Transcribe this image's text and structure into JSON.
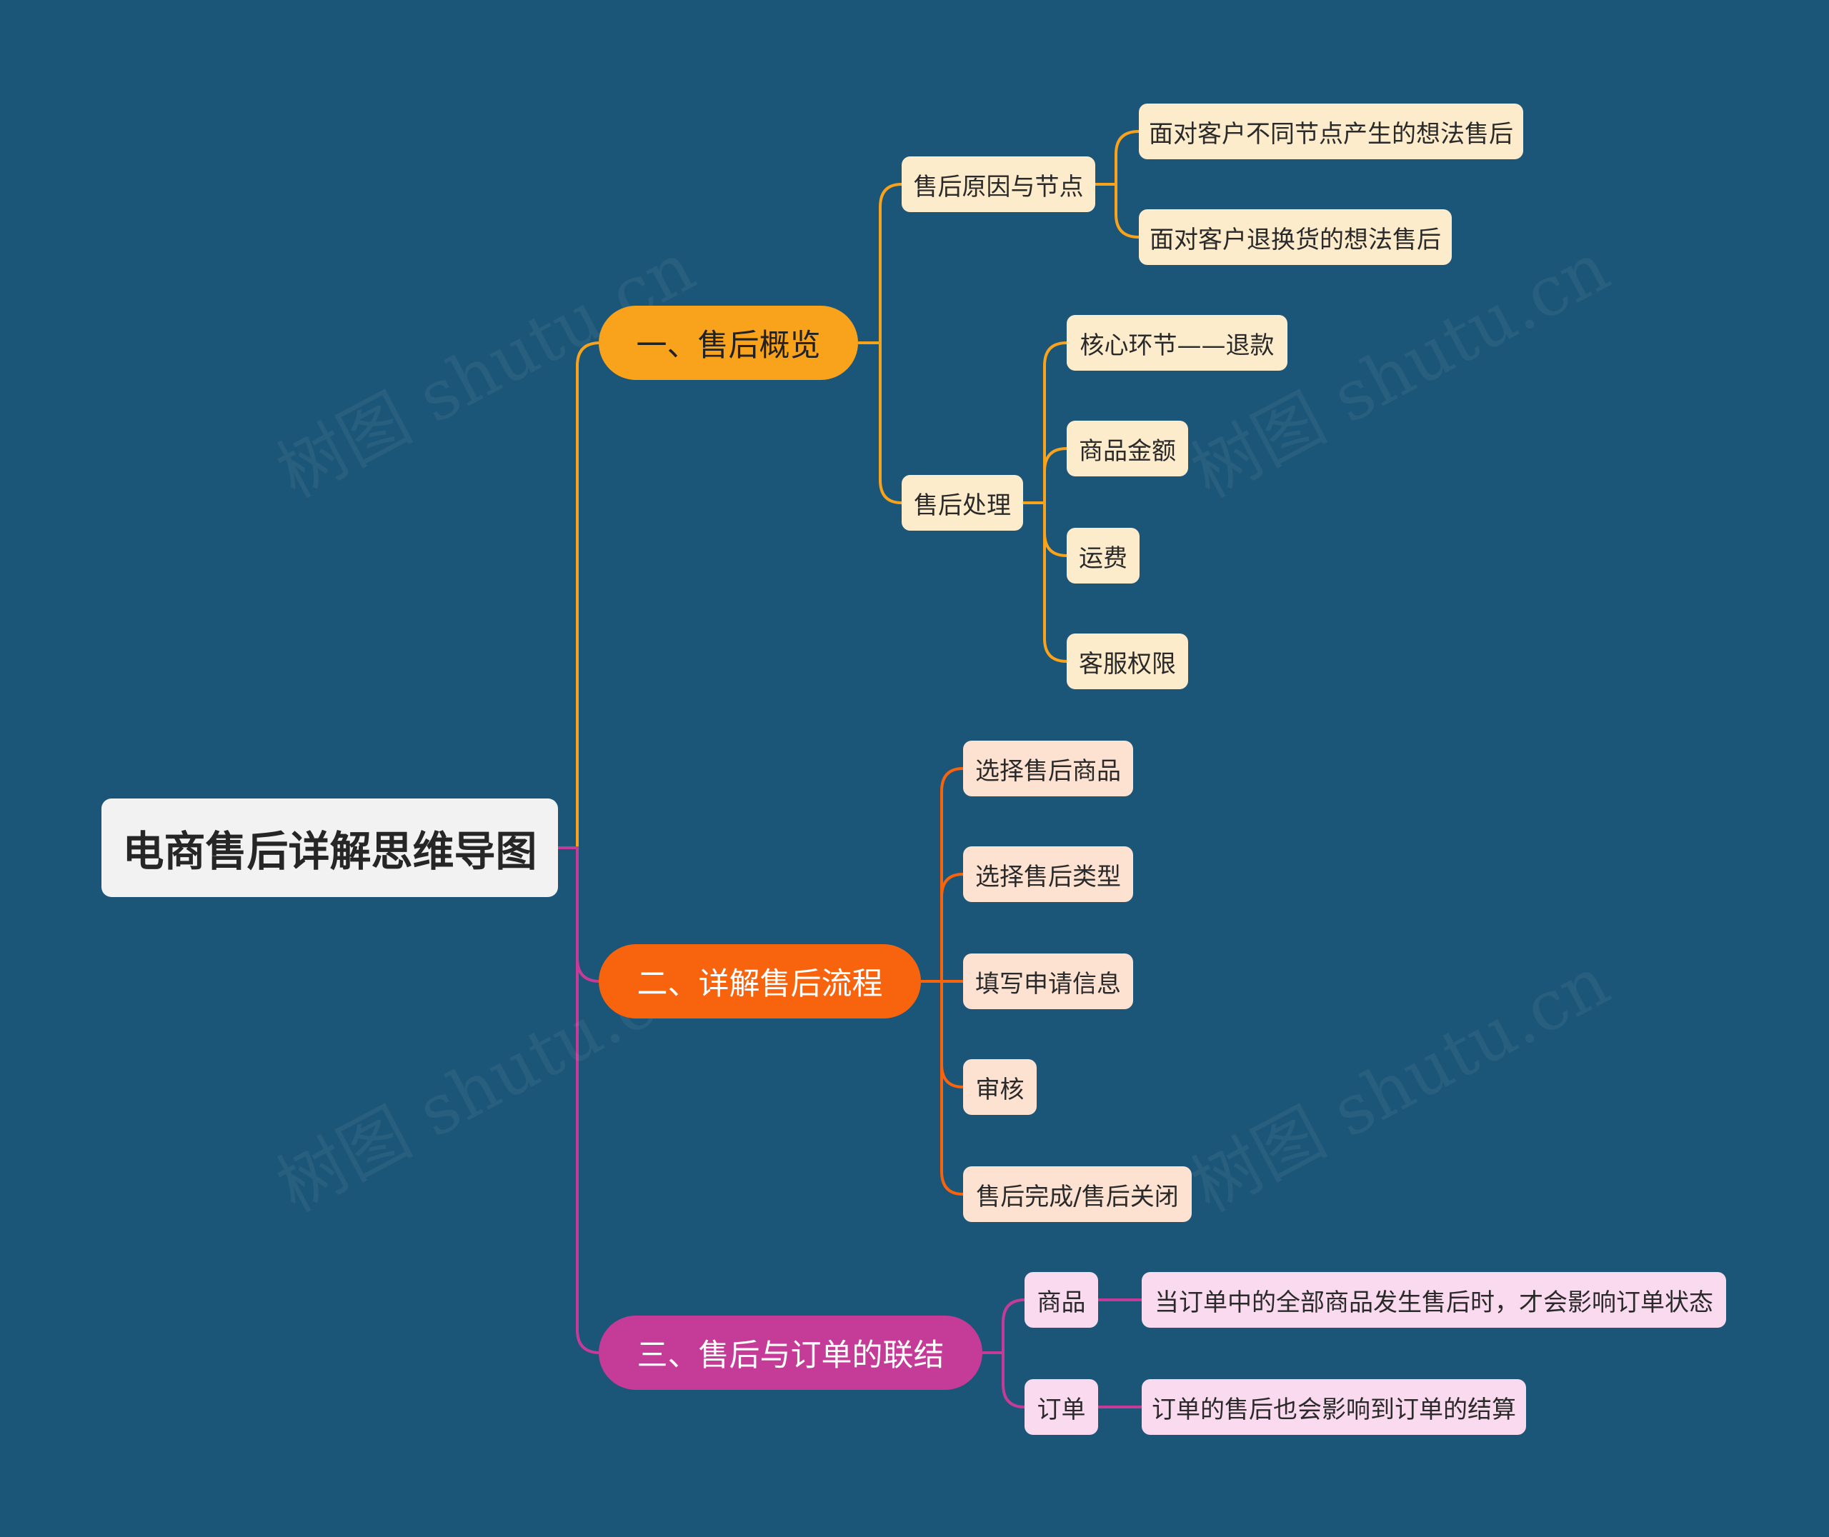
{
  "root": {
    "label": "电商售后详解思维导图"
  },
  "watermark": "树图 shutu.cn",
  "colors": {
    "background": "#1b5578",
    "branch1": "#f9a21b",
    "branch2": "#f8630e",
    "branch3": "#c53c98"
  },
  "branch1": {
    "label": "一、售后概览",
    "sub1": {
      "label": "售后原因与节点",
      "items": [
        "面对客户不同节点产生的想法售后",
        "面对客户退换货的想法售后"
      ]
    },
    "sub2": {
      "label": "售后处理",
      "items": [
        "核心环节——退款",
        "商品金额",
        "运费",
        "客服权限"
      ]
    }
  },
  "branch2": {
    "label": "二、详解售后流程",
    "items": [
      "选择售后商品",
      "选择售后类型",
      "填写申请信息",
      "审核",
      "售后完成/售后关闭"
    ]
  },
  "branch3": {
    "label": "三、售后与订单的联结",
    "sub1": {
      "label": "商品",
      "detail": "当订单中的全部商品发生售后时，才会影响订单状态"
    },
    "sub2": {
      "label": "订单",
      "detail": "订单的售后也会影响到订单的结算"
    }
  }
}
